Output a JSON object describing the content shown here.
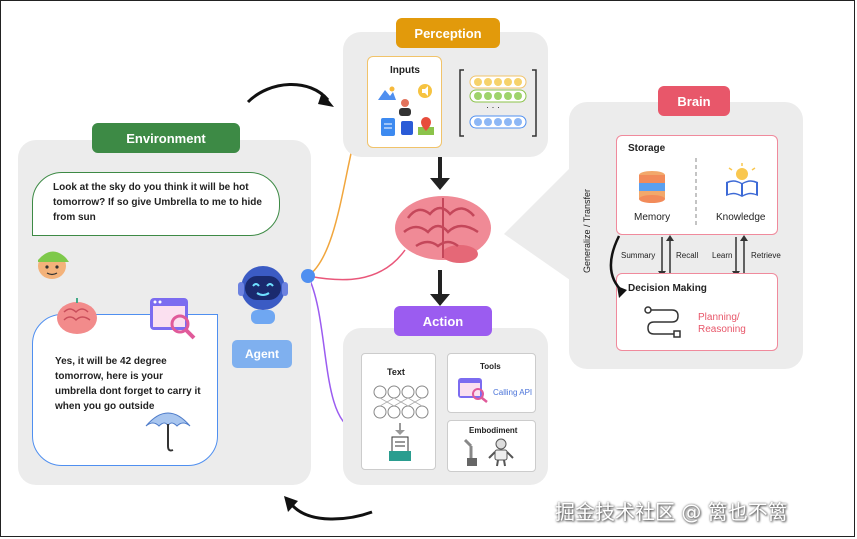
{
  "environment": {
    "title": "Environment",
    "user_message": "Look at the sky do you think it will be hot tomorrow? If so give Umbrella to me to hide from sun",
    "agent_reply": "Yes, it will be 42 degree tomorrow, here is your umbrella dont forget to carry it when you go outside",
    "agent_label": "Agent"
  },
  "perception": {
    "title": "Perception",
    "inputs_label": "Inputs",
    "ellipsis": "· · ·"
  },
  "action": {
    "title": "Action",
    "text_label": "Text",
    "tools_label": "Tools",
    "calling_api": "Calling API",
    "embodiment_label": "Embodiment"
  },
  "brain": {
    "title": "Brain",
    "storage_label": "Storage",
    "memory_label": "Memory",
    "knowledge_label": "Knowledge",
    "summary_label": "Summary",
    "recall_label": "Recall",
    "learn_label": "Learn",
    "retrieve_label": "Retrieve",
    "decision_label": "Decision Making",
    "planning_label": "Planning/\nReasoning",
    "generalize_label": "Generalize / Transfer"
  },
  "watermark": "掘金技术社区 @ 篱也不篱",
  "colors": {
    "environment": "#3d8a45",
    "perception": "#e29a0b",
    "action": "#9b5cf0",
    "brain": "#e8576a",
    "agent": "#7fb0ef",
    "link_blue": "#4f8ff0"
  }
}
